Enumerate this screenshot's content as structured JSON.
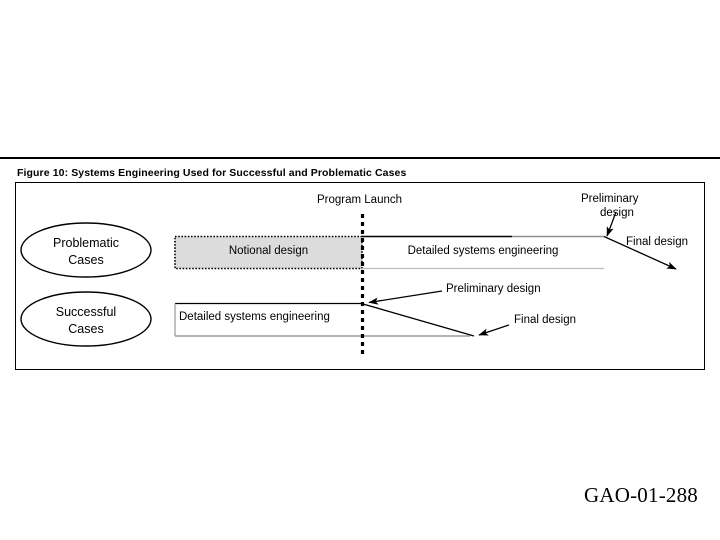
{
  "figure": {
    "caption": "Figure 10:  Systems Engineering Used for Successful and Problematic Cases",
    "milestone_label": "Program Launch",
    "footer_code": "GAO-01-288",
    "colors": {
      "frame_border": "#000000",
      "notional_fill": "#dcdcdc",
      "notional_border": "#000000",
      "line_dark": "#000000",
      "line_light": "#a6a6a6",
      "text": "#000000"
    },
    "rows": [
      {
        "id": "problematic",
        "ellipse_line1": "Problematic",
        "ellipse_line2": "Cases",
        "phases": [
          {
            "id": "notional-design",
            "label": "Notional design",
            "fill": "shaded"
          },
          {
            "id": "detailed-systems-engineering-top",
            "label": "Detailed systems engineering",
            "fill": "plain"
          }
        ],
        "annotations": [
          {
            "id": "preliminary-design-top",
            "line1": "Preliminary",
            "line2": "design"
          },
          {
            "id": "final-design-top",
            "line1": "Final design",
            "line2": ""
          }
        ]
      },
      {
        "id": "successful",
        "ellipse_line1": "Successful",
        "ellipse_line2": "Cases",
        "phases": [
          {
            "id": "detailed-systems-engineering-bottom",
            "label": "Detailed systems engineering",
            "fill": "plain"
          }
        ],
        "annotations": [
          {
            "id": "preliminary-design-bottom",
            "line1": "Preliminary design",
            "line2": ""
          },
          {
            "id": "final-design-bottom",
            "line1": "Final design",
            "line2": ""
          }
        ]
      }
    ]
  }
}
